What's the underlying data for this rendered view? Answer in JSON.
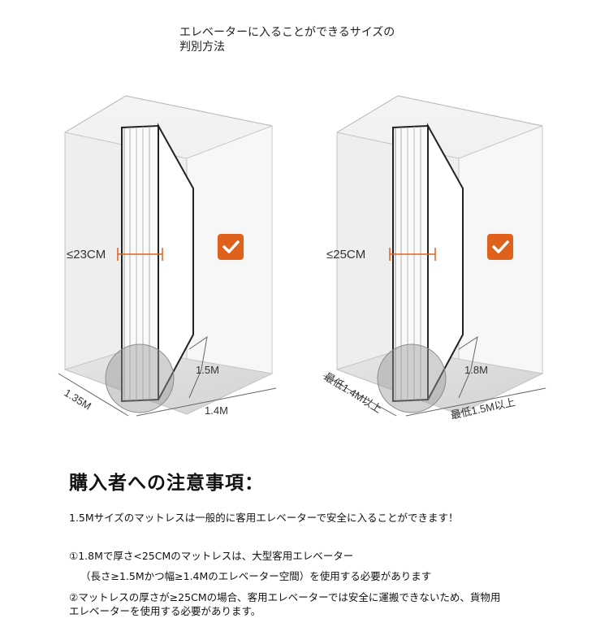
{
  "header": {
    "title_line1": "エレベーターに入ることができるサイズの",
    "title_line2": "判別方法"
  },
  "diagram_left": {
    "thickness_label": "≤23CM",
    "height_label": "1.5M",
    "width_label": "1.4M",
    "depth_label": "1.35M",
    "check_icon": "check-icon",
    "check_color": "#e0611c"
  },
  "diagram_right": {
    "thickness_label": "≤25CM",
    "height_label": "1.8M",
    "width_label": "最低1.5M以上",
    "depth_label": "最低1.4M以上",
    "check_icon": "check-icon",
    "check_color": "#e0611c"
  },
  "notes": {
    "heading": "購入者への注意事項：",
    "intro": "1.5Mサイズのマットレスは一般的に客用エレベーターで安全に入ることができます！",
    "item1": "①1.8Mで厚さ<25CMのマットレスは、大型客用エレベーター",
    "item1_detail": "（長さ≥1.5Mかつ幅≥1.4Mのエレベーター空間）を使用する必要があります",
    "item2_line1": "②マットレスの厚さが≥25CMの場合、客用エレベーターでは安全に運搬できないため、貨物用",
    "item2_line2": "エレベーターを使用する必要があります。"
  }
}
